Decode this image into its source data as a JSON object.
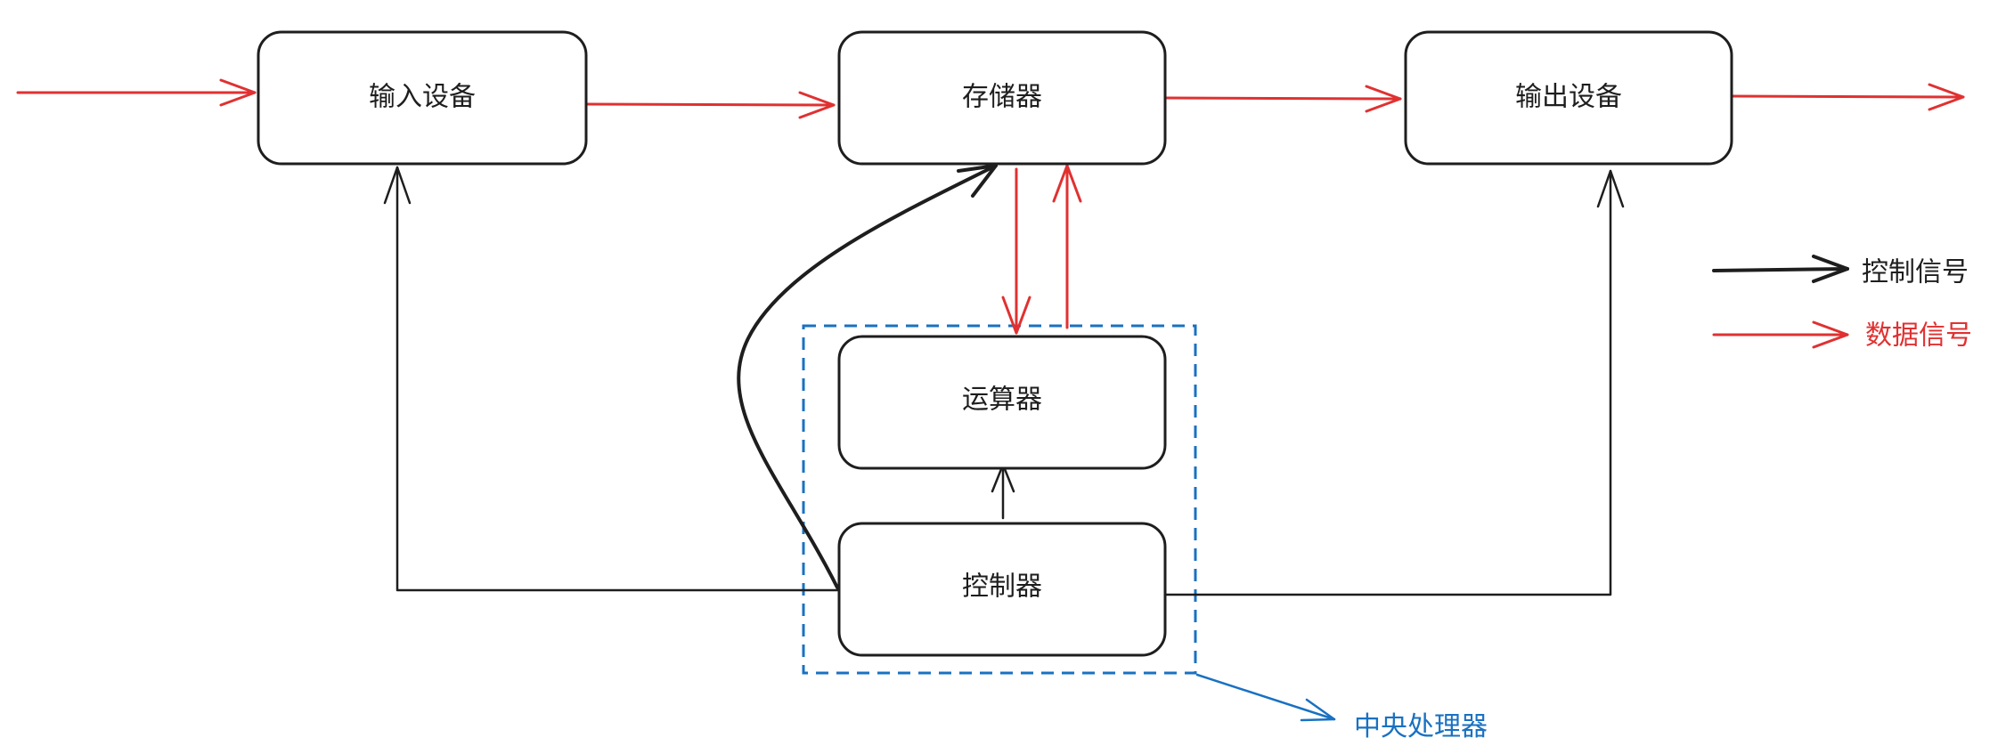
{
  "colors": {
    "control": "#1e1e1e",
    "data": "#e03131",
    "cpu": "#1971c2",
    "box_fill": "#ffffff"
  },
  "nodes": {
    "input": {
      "label": "输入设备"
    },
    "memory": {
      "label": "存储器"
    },
    "output": {
      "label": "输出设备"
    },
    "alu": {
      "label": "运算器"
    },
    "controller": {
      "label": "控制器"
    }
  },
  "cpu_group": {
    "label": "中央处理器"
  },
  "legend": {
    "control": {
      "label": "控制信号"
    },
    "data": {
      "label": "数据信号"
    }
  }
}
